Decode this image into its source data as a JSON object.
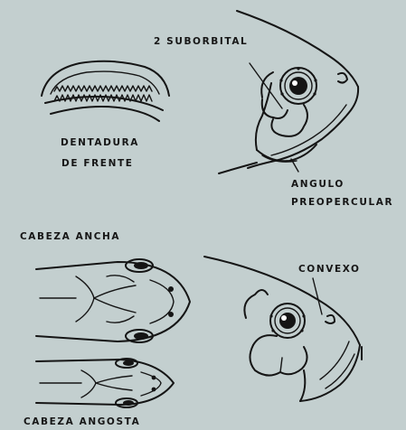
{
  "labels": {
    "suborbital": "2 SUBORBITAL",
    "dentadura_line1": "DENTADURA",
    "dentadura_line2": "DE FRENTE",
    "angulo_line1": "ANGULO",
    "angulo_line2": "PREOPERCULAR",
    "cabeza_ancha": "CABEZA ANCHA",
    "convexo": "CONVEXO",
    "cabeza_angosta": "CABEZA ANGOSTA"
  },
  "colors": {
    "background": "#c3cfcf",
    "ink": "#151515"
  }
}
